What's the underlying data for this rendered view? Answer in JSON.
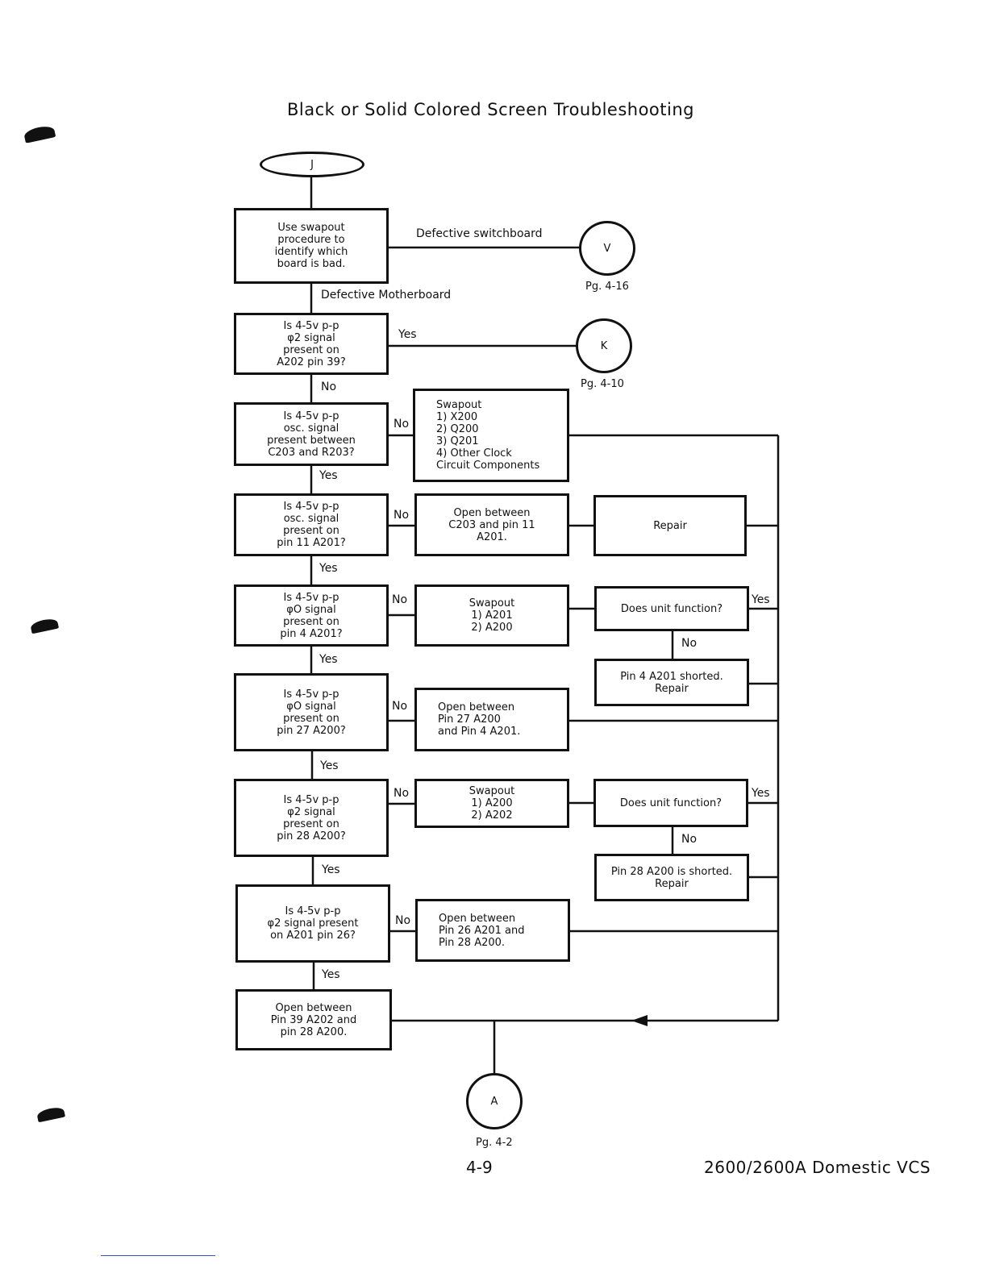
{
  "title": "Black or Solid Colored Screen Troubleshooting",
  "start": "J",
  "boxes": {
    "b1": "Use swapout\nprocedure to\nidentify which\nboard is bad.",
    "q1": "Is 4-5v p-p\nφ2 signal\npresent on\nA202 pin 39?",
    "q2": "Is 4-5v p-p\nosc. signal\npresent between\nC203 and R203?",
    "s1": "Swapout\n1) X200\n2) Q200\n3) Q201\n4) Other Clock\n    Circuit Components",
    "q3": "Is 4-5v p-p\nosc. signal\npresent on\npin 11 A201?",
    "o1": "Open between\nC203 and pin 11\nA201.",
    "r1": "Repair",
    "q4": "Is 4-5v p-p\nφO signal\npresent on\npin 4 A201?",
    "s2": "Swapout\n1) A201\n2) A200",
    "d1": "Does unit function?",
    "p1": "Pin 4 A201 shorted.\nRepair",
    "q5": "Is 4-5v p-p\nφO signal\npresent on\npin 27 A200?",
    "o2": "Open between\nPin 27 A200\nand Pin 4 A201.",
    "q6": "Is 4-5v p-p\nφ2 signal\npresent on\npin 28 A200?",
    "s3": "Swapout\n1) A200\n2) A202",
    "d2": "Does unit function?",
    "p2": "Pin 28 A200 is shorted.\nRepair",
    "q7": "Is 4-5v p-p\nφ2 signal present\non A201 pin 26?",
    "o3": "Open between\nPin 26 A201 and\nPin 28 A200.",
    "o4": "Open between\nPin 39 A202 and\npin 28 A200."
  },
  "labels": {
    "defective_switchboard": "Defective switchboard",
    "defective_motherboard": "Defective Motherboard",
    "yes": "Yes",
    "no": "No"
  },
  "connectors": {
    "v": {
      "letter": "V",
      "page": "Pg. 4-16"
    },
    "k": {
      "letter": "K",
      "page": "Pg. 4-10"
    },
    "a": {
      "letter": "A",
      "page": "Pg. 4-2"
    }
  },
  "footer": {
    "page_number": "4-9",
    "doc_title": "2600/2600A Domestic VCS"
  }
}
